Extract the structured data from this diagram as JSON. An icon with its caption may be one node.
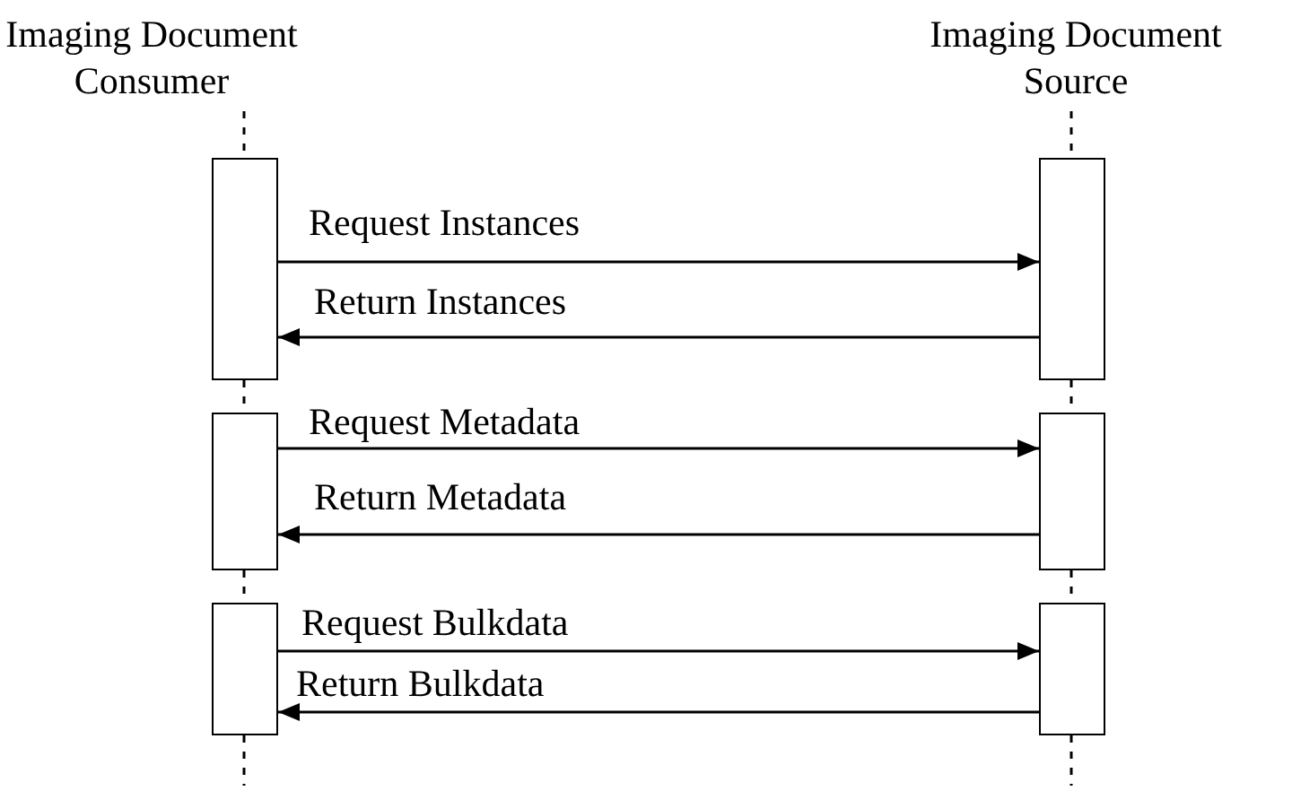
{
  "diagram": {
    "nodes": [
      {
        "text": [
          "Imaging Document Consumer"
        ]
      },
      {
        "text": [
          "Imaging Document Source"
        ]
      },
      {
        "text": [],
        "shape": "box"
      },
      {
        "text": [],
        "shape": "box"
      },
      {
        "text": [],
        "shape": "box"
      },
      {
        "text": [],
        "shape": "box"
      },
      {
        "text": [],
        "shape": "box"
      },
      {
        "text": [],
        "shape": "box"
      }
    ],
    "edges": [
      {
        "from": 2,
        "to": 3,
        "arrow": "to",
        "label": "Request Instances"
      },
      {
        "from": 3,
        "to": 2,
        "arrow": "to",
        "label": "Return Instances"
      },
      {
        "from": 4,
        "to": 5,
        "arrow": "to",
        "label": "Request Metadata"
      },
      {
        "from": 5,
        "to": 4,
        "arrow": "to",
        "label": "Return Metadata"
      },
      {
        "from": 6,
        "to": 7,
        "arrow": "to",
        "label": "Request Bulkdata"
      },
      {
        "from": 7,
        "to": 6,
        "arrow": "to",
        "label": "Return Bulkdata"
      },
      {
        "from": 0,
        "to": 2,
        "arrow": "none",
        "style": "dashed"
      },
      {
        "from": 2,
        "to": 4,
        "arrow": "none",
        "style": "dashed"
      },
      {
        "from": 4,
        "to": 6,
        "arrow": "none",
        "style": "dashed"
      },
      {
        "from": 6,
        "to": null,
        "arrow": "none",
        "style": "dashed"
      },
      {
        "from": 1,
        "to": 3,
        "arrow": "none",
        "style": "dashed"
      },
      {
        "from": 3,
        "to": 5,
        "arrow": "none",
        "style": "dashed"
      },
      {
        "from": 5,
        "to": 7,
        "arrow": "none",
        "style": "dashed"
      },
      {
        "from": 7,
        "to": null,
        "arrow": "none",
        "style": "dashed"
      }
    ]
  }
}
